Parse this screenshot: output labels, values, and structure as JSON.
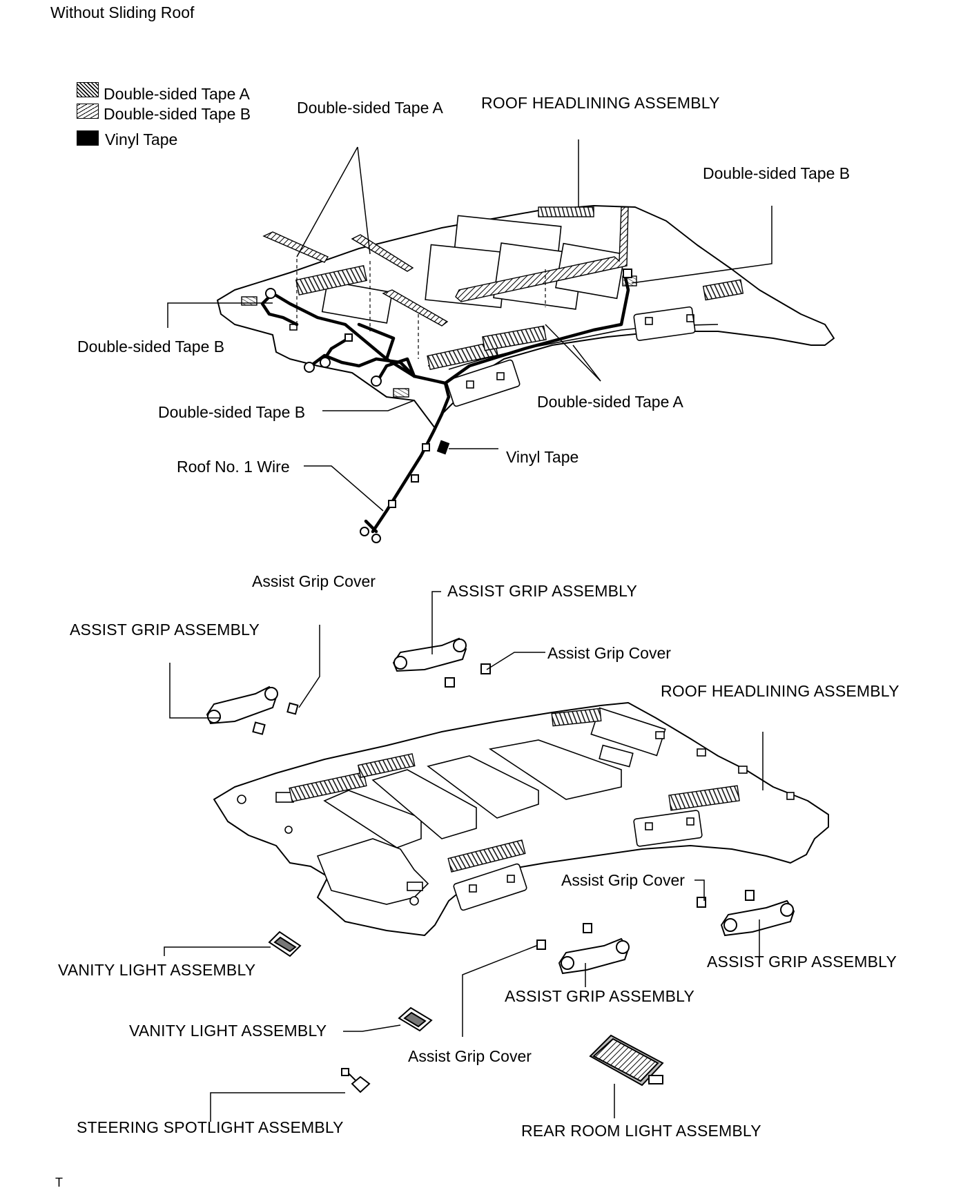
{
  "header": {
    "title": "Without Sliding Roof"
  },
  "legend": {
    "items": [
      {
        "icon": "diagonal-hatch-swatch-icon",
        "label": "Double-sided Tape A"
      },
      {
        "icon": "fine-hatch-swatch-icon",
        "label": "Double-sided Tape B"
      },
      {
        "icon": "solid-black-swatch-icon",
        "label": "Vinyl Tape"
      }
    ]
  },
  "top_diagram": {
    "labels": {
      "tape_a_top": "Double-sided Tape A",
      "roof_headlining": "ROOF HEADLINING ASSEMBLY",
      "tape_b_right": "Double-sided Tape B",
      "tape_b_left": "Double-sided Tape B",
      "tape_b_lower": "Double-sided Tape B",
      "tape_a_lower": "Double-sided Tape A",
      "roof_wire": "Roof No. 1 Wire",
      "vinyl_tape": "Vinyl Tape"
    }
  },
  "bottom_diagram": {
    "labels": {
      "assist_grip_cover_1": "Assist Grip Cover",
      "assist_grip_assembly_1": "ASSIST GRIP ASSEMBLY",
      "assist_grip_assembly_2": "ASSIST GRIP ASSEMBLY",
      "assist_grip_cover_2": "Assist Grip Cover",
      "roof_headlining": "ROOF HEADLINING ASSEMBLY",
      "assist_grip_cover_3": "Assist Grip Cover",
      "assist_grip_assembly_3": "ASSIST GRIP ASSEMBLY",
      "vanity_light_1": "VANITY LIGHT ASSEMBLY",
      "assist_grip_assembly_4": "ASSIST GRIP ASSEMBLY",
      "vanity_light_2": "VANITY LIGHT ASSEMBLY",
      "assist_grip_cover_4": "Assist Grip Cover",
      "steering_spotlight": "STEERING SPOTLIGHT ASSEMBLY",
      "rear_room_light": "REAR ROOM LIGHT ASSEMBLY"
    }
  },
  "footer": {
    "mark": "T"
  }
}
